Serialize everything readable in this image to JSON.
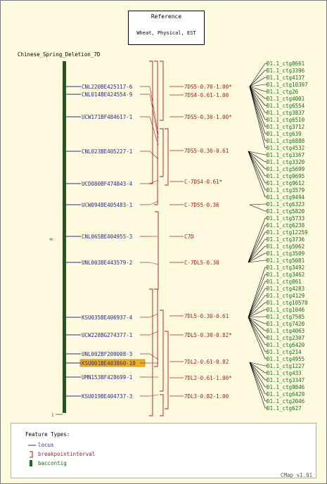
{
  "reference": {
    "title": "Reference",
    "subtitle": "Wheat, Physical, EST"
  },
  "map": {
    "title": "Chinese_Spring_Deletion_7D",
    "scale_top": "0",
    "scale_bottom": "1",
    "colors": {
      "background": "#fffbe0",
      "bar": "#1e5a1e",
      "locus": "#2a2a8a",
      "interval": "#b01818",
      "contig": "#127212",
      "highlight": "#f0b020"
    },
    "loci": [
      {
        "label": "CNL220BE425117-6"
      },
      {
        "label": "CNL014BE424554-9"
      },
      {
        "label": "UCW171BF484617-1"
      },
      {
        "label": "CNL023BE405227-1"
      },
      {
        "label": "UCD080BF474843-4"
      },
      {
        "label": "UCW094BE405483-1"
      },
      {
        "label": "CNL065BE404955-3"
      },
      {
        "label": "UNL003BE443579-2"
      },
      {
        "label": "KSU035BE406937-4"
      },
      {
        "label": "UCW228BG274377-1"
      },
      {
        "label": "UNL002BF200008-3"
      },
      {
        "label": "KSU001BE403860-10",
        "highlighted": true
      },
      {
        "label": "UMN153BF428699-1"
      },
      {
        "label": "KSU019BE404737-3"
      }
    ],
    "intervals": [
      {
        "label": "7DS5-0.70-1.00*"
      },
      {
        "label": "7DS4-0.61-1.00"
      },
      {
        "label": "7DS5-0.36-1.00*"
      },
      {
        "label": "7DS5-0.36-0.61"
      },
      {
        "label": "C-7DS4-0.61*"
      },
      {
        "label": "C-7DS5-0.36"
      },
      {
        "label": "C7D"
      },
      {
        "label": "C-7DL5-0.30"
      },
      {
        "label": "7DL5-0.30-0.61"
      },
      {
        "label": "7DL5-0.30-0.82*"
      },
      {
        "label": "7DL2-0.61-0.82"
      },
      {
        "label": "7DL2-0.61-1.00*"
      },
      {
        "label": "7DL3-0.82-1.00"
      }
    ],
    "contigs": [
      "D1.1_ctg8661",
      "D1.1_ctg3396",
      "D1.1_ctg4137",
      "D1.1_ctg10397",
      "D1.1_ctg26",
      "D1.1_ctg4001",
      "D1.1_ctg6554",
      "D1.1_ctg3837",
      "D1.1_ctg6510",
      "D1.1_ctg3712",
      "D1.1_ctg639",
      "D1.1_ctg6888",
      "D1.1_ctg4532",
      "D1.1_ctg3367",
      "D1.1_ctg3320",
      "D1.1_ctg5699",
      "D1.1_ctg9695",
      "D1.1_ctg9612",
      "D1.1_ctg3579",
      "D1.1_ctg9494",
      "D1.1_ctg6323",
      "D1.1_ctg5820",
      "D1.1_ctg5733",
      "D1.1_ctg6238",
      "D1.1_ctg12259",
      "D1.1_ctg3736",
      "D1.1_ctg5062",
      "D1.1_ctg3509",
      "D1.1_ctg5081",
      "D1.1_ctg3492",
      "D1.1_ctg3462",
      "D1.1_ctg861",
      "D1.1_ctg4283",
      "D1.1_ctg4129",
      "D1.1_ctg10570",
      "D1.1_ctg1046",
      "D1.1_ctg7505",
      "D1.1_ctg7420",
      "D1.1_ctg4063",
      "D1.1_ctg2307",
      "D1.1_ctg6420",
      "D1.1_ctg214",
      "D1.1_ctg4955",
      "D1.1_ctg1227",
      "D1.1_ctg433",
      "D1.1_ctg3347",
      "D1.1_ctg9846",
      "D1.1_ctg6429",
      "D1.1_ctg2046",
      "D1.1_ctg627"
    ]
  },
  "legend": {
    "title": "Feature Types:",
    "items": [
      {
        "label": "locus",
        "icon": "locus-line-icon"
      },
      {
        "label": "breakpointinterval",
        "icon": "bracket-icon"
      },
      {
        "label": "baccontig",
        "icon": "contig-bar-icon"
      }
    ]
  },
  "version": "CMap v1.01"
}
